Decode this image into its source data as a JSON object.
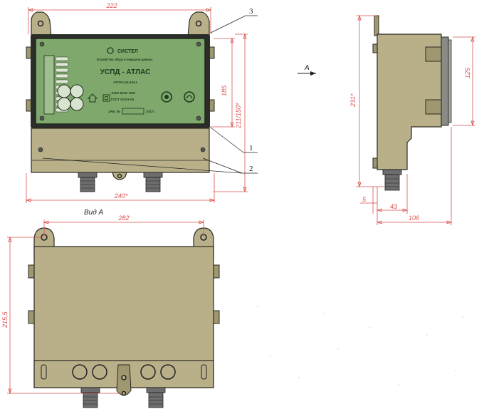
{
  "dimensions": {
    "front_width_top": "222",
    "front_width_bottom": "240*",
    "front_height_panel": "185",
    "front_height_total": "211/150*",
    "side_height_total": "231*",
    "side_height_panel": "125",
    "side_depth_small": "5",
    "side_depth_mid": "43",
    "side_depth_total": "106",
    "back_width": "282",
    "back_height": "215,5"
  },
  "callouts": {
    "c1": "1",
    "c2": "2",
    "c3": "3"
  },
  "view": {
    "arrow_label": "A",
    "view_label": "Вид А"
  },
  "panel": {
    "brand": "СИСТЕЛ",
    "subtitle": "Устройство сбора и передачи данных",
    "title": "УСПД - АТЛАС",
    "model": "АТЛАС-Ш.4.М.1",
    "spec_line1": "~230V 50Hz 10W",
    "spec_line2": "ГОСТ 22261-94",
    "serial_prefix": "ЗАВ. №",
    "serial_suffix": "2017г."
  },
  "colors": {
    "body": "#b9b08a",
    "panel": "#7ea86c",
    "dimension": "#d9534f"
  }
}
